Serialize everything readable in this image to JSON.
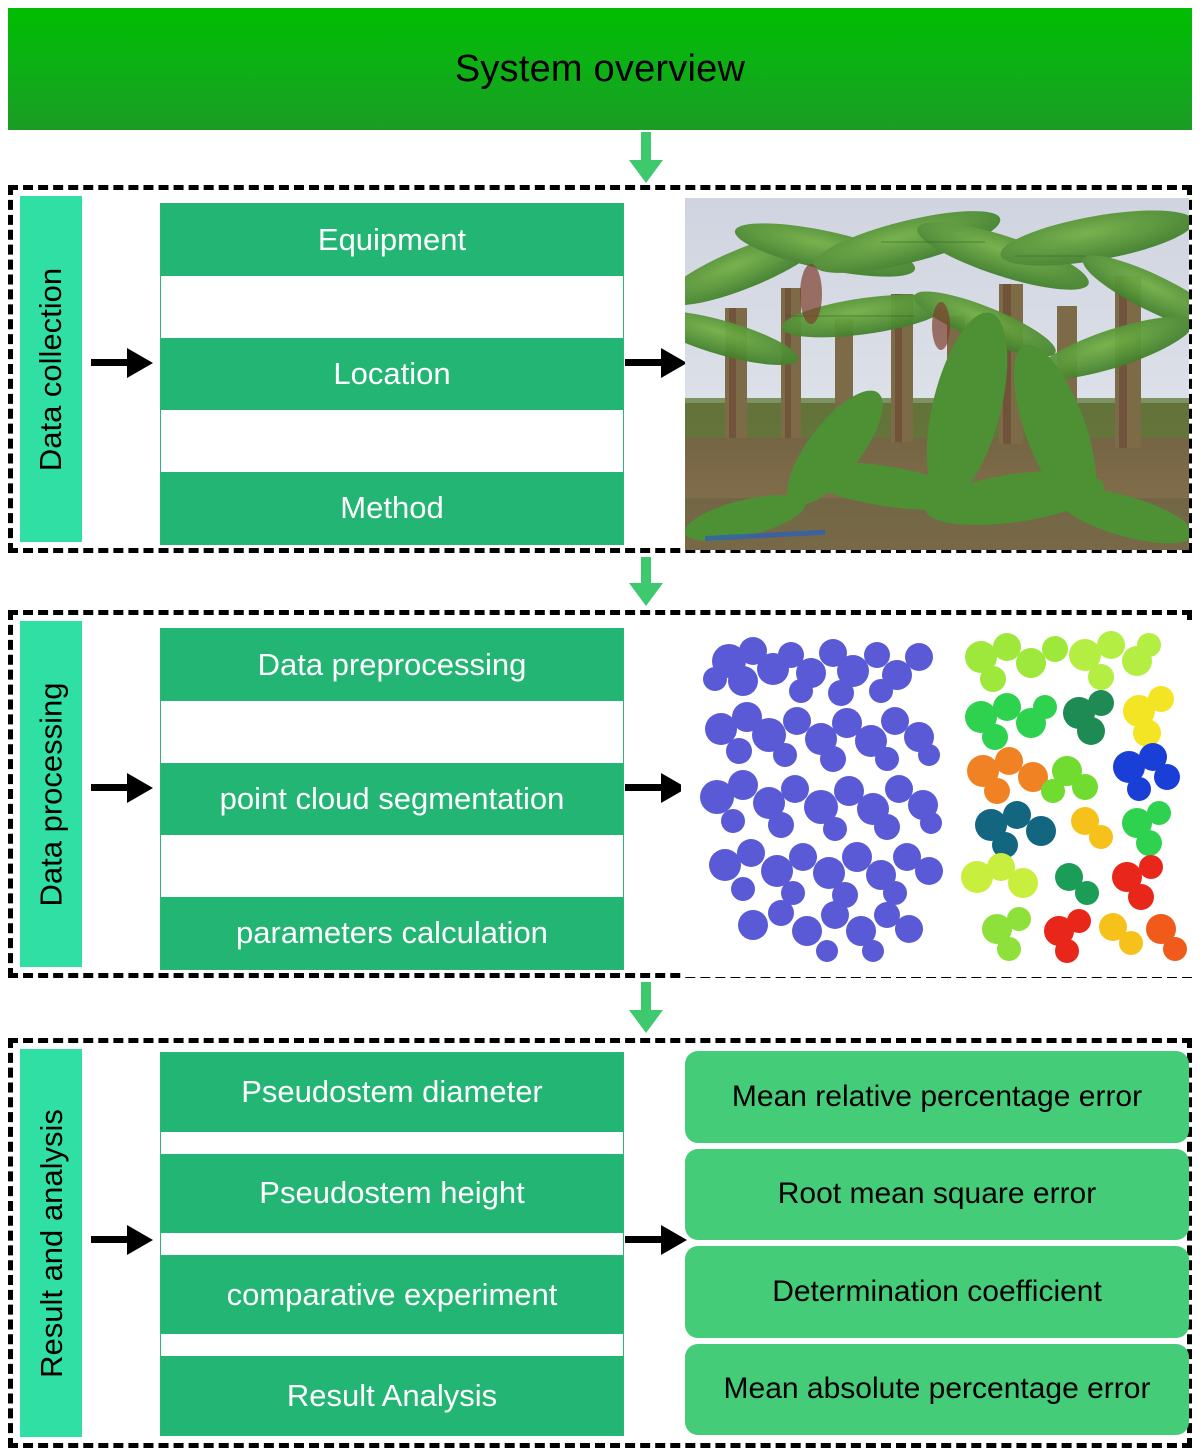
{
  "header": {
    "title": "System overview",
    "gradient_from": "#00bd00",
    "gradient_to": "#1b9c25",
    "text_color": "#000000"
  },
  "colors": {
    "band_green": "#22b573",
    "side_label_turquoise": "#2fdfa3",
    "metric_green": "#45cc78",
    "connector_arrow_green": "#3ec96f",
    "arrow_black": "#000000",
    "panel_border": "#000000"
  },
  "sections": [
    {
      "id": "data-collection",
      "label": "Data collection",
      "steps": [
        "Equipment",
        "Location",
        "Method"
      ],
      "media": {
        "type": "photo",
        "name": "banana-plantation-photo",
        "description": "Banana plantation field photograph with rows of banana plants, broad green leaves and bare soil ground"
      }
    },
    {
      "id": "data-processing",
      "label": "Data processing",
      "steps": [
        "Data preprocessing",
        "point cloud segmentation",
        "parameters calculation"
      ],
      "media": {
        "type": "point-cloud",
        "name": "point-cloud-segmentation-visual",
        "description": "Left: raw blue point cloud of banana canopies. Right: same point cloud segmented into individually coloured plants",
        "raw_color": "#5a5ad6",
        "segment_colors": [
          "#9ee83c",
          "#2fd24f",
          "#1e8a54",
          "#f4e524",
          "#f08224",
          "#1a3fd6",
          "#12667f",
          "#8ee03a",
          "#e8261a",
          "#f05a1a",
          "#2fd24f",
          "#f7c11c",
          "#1b9c57",
          "#6fdc2f",
          "#2a9df4"
        ]
      }
    },
    {
      "id": "result-and-analysis",
      "label": "Result and analysis",
      "steps": [
        "Pseudostem diameter",
        "Pseudostem height",
        "comparative experiment",
        "Result Analysis"
      ],
      "metrics": [
        "Mean relative percentage error",
        "Root mean square error",
        "Determination coefficient",
        "Mean absolute percentage error"
      ]
    }
  ],
  "connectors": {
    "vertical_arrow_icon": "arrow-down-icon",
    "horizontal_arrow_icon": "arrow-right-icon"
  }
}
